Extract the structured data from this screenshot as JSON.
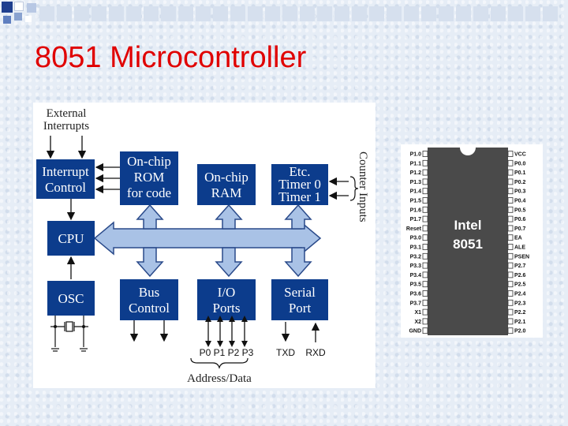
{
  "slide": {
    "title": "8051 Microcontroller"
  },
  "colors": {
    "title_red": "#e00000",
    "block_blue": "#0c3c8c",
    "bus_blue": "#a9c2e6",
    "chip_gray": "#4a4a4a"
  },
  "diagram": {
    "external_interrupts": [
      "External",
      "Interrupts"
    ],
    "interrupt_control": [
      "Interrupt",
      "Control"
    ],
    "onchip_rom": [
      "On-chip",
      "ROM",
      "for code"
    ],
    "onchip_ram": [
      "On-chip",
      "RAM"
    ],
    "timers": [
      "Etc.",
      "Timer 0",
      "Timer 1"
    ],
    "counter_inputs": "Counter Inputs",
    "cpu": "CPU",
    "osc": "OSC",
    "bus_control": [
      "Bus",
      "Control"
    ],
    "io_ports": [
      "I/O",
      "Ports"
    ],
    "serial_port": [
      "Serial",
      "Port"
    ],
    "port_labels": "P0 P1 P2 P3",
    "txd": "TXD",
    "rxd": "RXD",
    "address_data": "Address/Data"
  },
  "chip": {
    "brand": "Intel",
    "model": "8051",
    "left_pins": [
      "P1.0",
      "P1.1",
      "P1.2",
      "P1.3",
      "P1.4",
      "P1.5",
      "P1.6",
      "P1.7",
      "Reset",
      "P3.0",
      "P3.1",
      "P3.2",
      "P3.3",
      "P3.4",
      "P3.5",
      "P3.6",
      "P3.7",
      "X1",
      "X2",
      "GND"
    ],
    "right_pins": [
      "VCC",
      "P0.0",
      "P0.1",
      "P0.2",
      "P0.3",
      "P0.4",
      "P0.5",
      "P0.6",
      "P0.7",
      "EA",
      "ALE",
      "PSEN",
      "P2.7",
      "P2.6",
      "P2.5",
      "P2.4",
      "P2.3",
      "P2.2",
      "P2.1",
      "P2.0"
    ]
  }
}
